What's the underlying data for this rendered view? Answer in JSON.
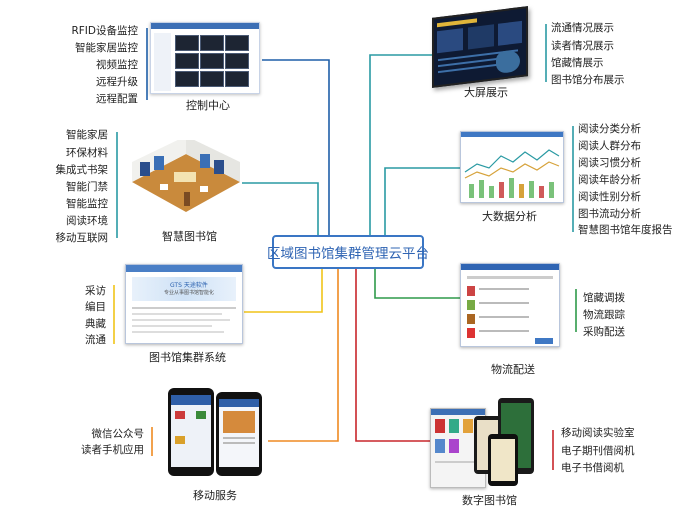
{
  "center": {
    "title": "区域图书馆集群管理云平台"
  },
  "nodes": {
    "control": {
      "caption": "控制中心",
      "items": [
        "RFID设备监控",
        "智能家居监控",
        "视频监控",
        "远程升级",
        "远程配置"
      ]
    },
    "smart_library": {
      "caption": "智慧图书馆",
      "items": [
        "智能家居",
        "环保材料",
        "集成式书架",
        "智能门禁",
        "智能监控",
        "阅读环境",
        "移动互联网"
      ]
    },
    "cluster": {
      "caption": "图书馆集群系统",
      "items": [
        "采访",
        "编目",
        "典藏",
        "流通"
      ],
      "screen_brand": "GTS 天途软件",
      "screen_tag": "专业从事图书馆智能化"
    },
    "mobile": {
      "caption": "移动服务",
      "items": [
        "微信公众号",
        "读者手机应用"
      ]
    },
    "big_screen": {
      "caption": "大屏展示",
      "items": [
        "流通情况展示",
        "读者情况展示",
        "馆藏情展示",
        "图书馆分布展示"
      ]
    },
    "big_data": {
      "caption": "大数据分析",
      "items": [
        "阅读分类分析",
        "阅读人群分布",
        "阅读习惯分析",
        "阅读年龄分析",
        "阅读性别分析",
        "图书流动分析",
        "智慧图书馆年度报告"
      ]
    },
    "logistics": {
      "caption": "物流配送",
      "items": [
        "馆藏调拨",
        "物流跟踪",
        "采购配送"
      ]
    },
    "digital": {
      "caption": "数字图书馆",
      "items": [
        "移动阅读实验室",
        "电子期刊借阅机",
        "电子书借阅机"
      ]
    }
  },
  "colors": {
    "center_border": "#3a76c4",
    "control": "#1f5fa8",
    "smart_library": "#2a9aa3",
    "cluster": "#f0c419",
    "mobile": "#ef8a22",
    "big_screen": "#2a9aa3",
    "big_data": "#2a9aa3",
    "logistics": "#2e9a4a",
    "digital": "#c8262b"
  },
  "icons": [
    "control-screen-image",
    "library-isometric-image",
    "cluster-website-image",
    "mobile-phones-image",
    "big-screen-image",
    "analytics-dashboard-image",
    "logistics-web-image",
    "digital-devices-image"
  ]
}
